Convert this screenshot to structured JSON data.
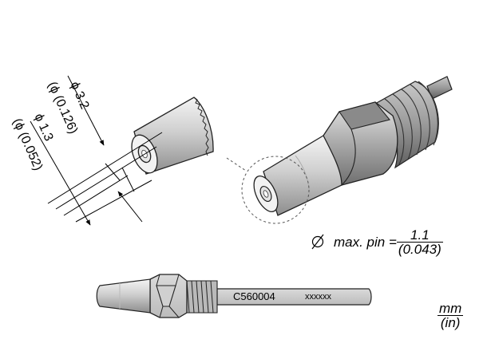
{
  "dimensions": {
    "outer_diameter_mm": "3.2",
    "outer_diameter_in": "(0.126)",
    "inner_diameter_mm": "1.3",
    "inner_diameter_in": "(0.052)",
    "diameter_symbol": "ϕ"
  },
  "max_pin": {
    "label": "max. pin =",
    "value_mm": "1.1",
    "value_in": "(0.043)"
  },
  "part": {
    "code": "C560004",
    "batch": "xxxxxx"
  },
  "units": {
    "top": "mm",
    "bottom": "(in)"
  }
}
